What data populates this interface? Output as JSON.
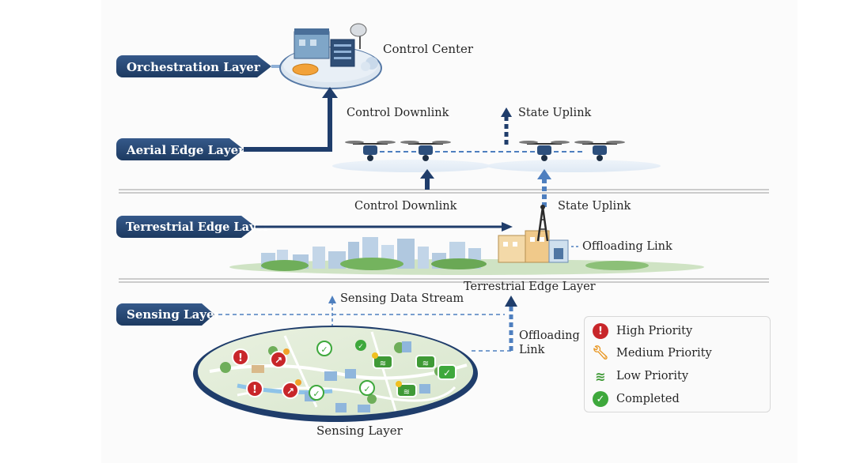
{
  "layers": {
    "orchestration": "Orchestration Layer",
    "aerial": "Aerial Edge Layer",
    "terrestrial": "Terrestrial Edge Layer",
    "sensing": "Sensing Layer"
  },
  "labels": {
    "control_center": "Control Center",
    "control_downlink_top": "Control Downlink",
    "state_uplink_top": "State Uplink",
    "control_downlink_mid": "Control Downlink",
    "state_uplink_mid": "State Uplink",
    "offloading_link_mid": "Offloading Link",
    "terrestrial_edge_caption": "Terrestrial Edge Layer",
    "sensing_data_stream": "Sensing Data Stream",
    "offloading_link_low_1": "Offloading",
    "offloading_link_low_2": "Link",
    "sensing_caption": "Sensing Layer"
  },
  "legend": {
    "items": [
      {
        "label": "High Priority",
        "icon": "alert-icon",
        "color": "#c8262a"
      },
      {
        "label": "Medium Priority",
        "icon": "wrench-icon",
        "color": "#e8951f"
      },
      {
        "label": "Low Priority",
        "icon": "wifi-icon",
        "color": "#3f9a36"
      },
      {
        "label": "Completed",
        "icon": "check-icon",
        "color": "#3ea83c"
      }
    ]
  },
  "colors": {
    "layer_pill": "#25466e",
    "arrow": "#1f3d6b",
    "dashed": "#4e7fbf"
  }
}
